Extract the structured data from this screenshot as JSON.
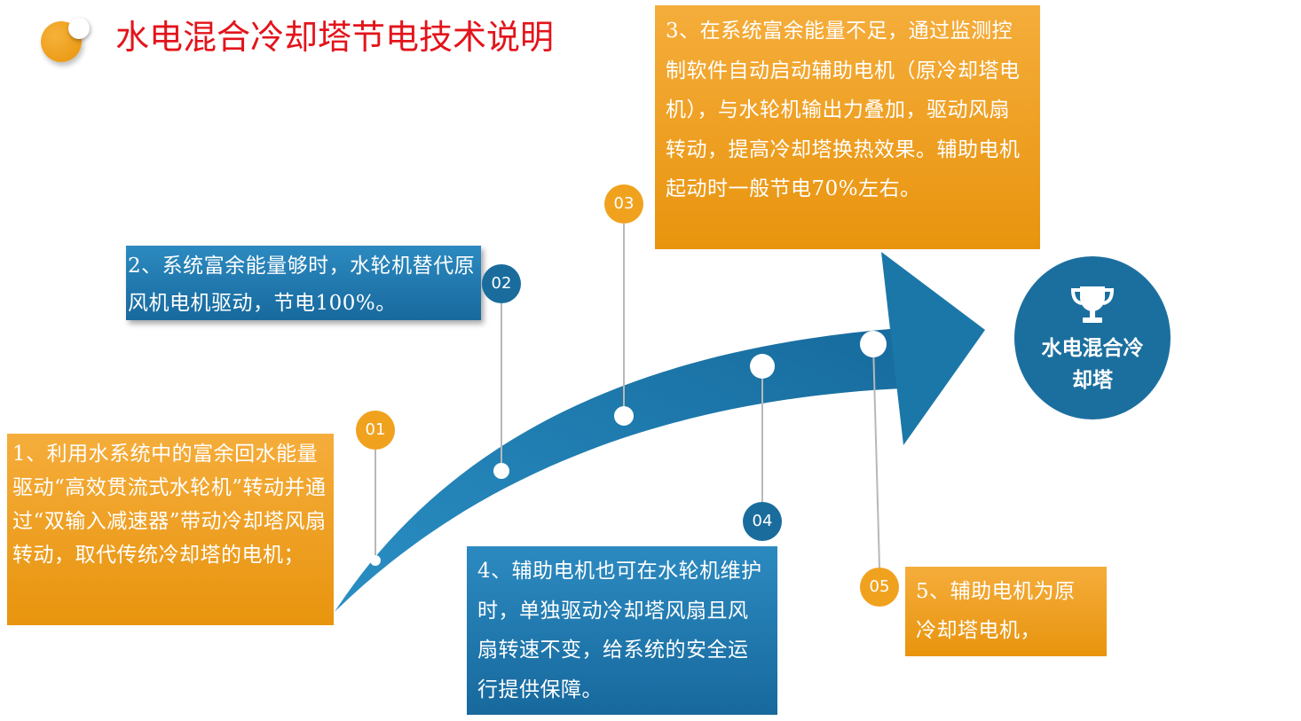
{
  "header": {
    "title": "水电混合冷却塔节电技术说明"
  },
  "steps": [
    {
      "num": "01",
      "text": "1、利用水系统中的富余回水能量驱动“高效贯流式水轮机”转动并通过“双输入减速器”带动冷却塔风扇转动，取代传统冷却塔的电机；",
      "color": "#f0a21f"
    },
    {
      "num": "02",
      "text": "2、系统富余能量够时，水轮机替代原风机电机驱动，节电100%。",
      "color": "#1a6c9d"
    },
    {
      "num": "03",
      "text": "3、在系统富余能量不足，通过监测控制软件自动启动辅助电机（原冷却塔电机），与水轮机输出力叠加，驱动风扇转动，提高冷却塔换热效果。辅助电机起动时一般节电70%左右。",
      "color": "#f0a21f"
    },
    {
      "num": "04",
      "text": "4、辅助电机也可在水轮机维护时，单独驱动冷却塔风扇且风扇转速不变，给系统的安全运行提供保障。",
      "color": "#1a6c9d"
    },
    {
      "num": "05",
      "text": "5、辅助电机为原冷却塔电机，",
      "color": "#f0a21f"
    }
  ],
  "goal": {
    "label": "水电混合冷却塔",
    "icon": "trophy-icon"
  },
  "colors": {
    "title": "#e3141b",
    "orange": "#f0a21f",
    "blue": "#1a6c9d",
    "arrow": "#1b77a8"
  }
}
